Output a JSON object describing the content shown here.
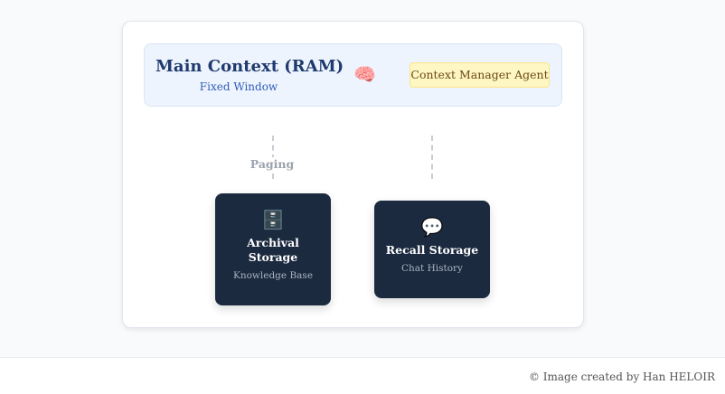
{
  "main_context": {
    "title": "Main Context (RAM)",
    "subtitle": "Fixed Window",
    "icon": "brain-icon",
    "icon_glyph": "🧠",
    "agent_label": "Context Manager Agent"
  },
  "connector_label": "Paging",
  "archival": {
    "icon": "file-cabinet-icon",
    "icon_glyph": "🗄️",
    "title": "Archival Storage",
    "subtitle": "Knowledge Base"
  },
  "recall": {
    "icon": "speech-bubble-icon",
    "icon_glyph": "💬",
    "title": "Recall Storage",
    "subtitle": "Chat History"
  },
  "footer": "© Image created by Han HELOIR"
}
